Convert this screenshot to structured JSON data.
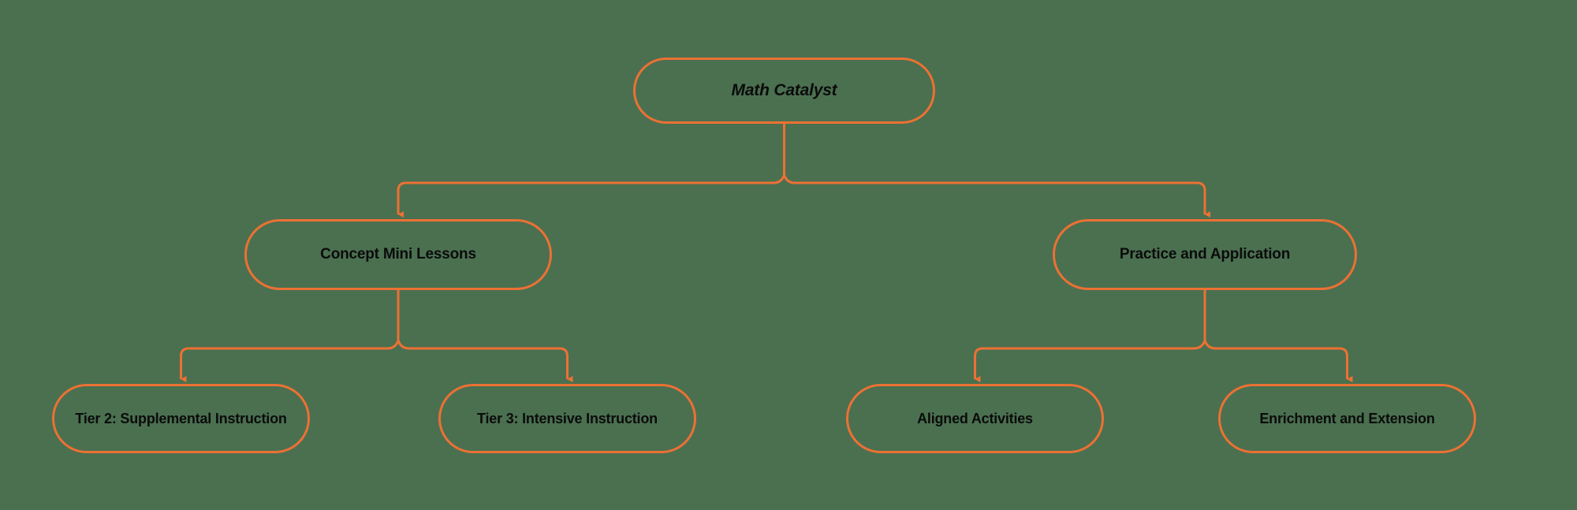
{
  "diagram": {
    "type": "flowchart-tree",
    "orientation": "top-down",
    "background_color": "#4a7050",
    "accent_color": "#ec7133",
    "text_color": "#0b0b0b",
    "root": {
      "id": "math-catalyst",
      "label": "Math Catalyst",
      "emphasis": "bold-italic"
    },
    "level2": [
      {
        "id": "concept-mini-lessons",
        "label": "Concept Mini Lessons"
      },
      {
        "id": "practice-and-application",
        "label": "Practice and Application"
      }
    ],
    "level3": [
      {
        "id": "tier-2-supplemental-instruction",
        "label": "Tier 2: Supplemental Instruction",
        "parent": "concept-mini-lessons"
      },
      {
        "id": "tier-3-intensive-instruction",
        "label": "Tier 3: Intensive Instruction",
        "parent": "concept-mini-lessons"
      },
      {
        "id": "aligned-activities",
        "label": "Aligned Activities",
        "parent": "practice-and-application"
      },
      {
        "id": "enrichment-and-extension",
        "label": "Enrichment and Extension",
        "parent": "practice-and-application"
      }
    ],
    "edges": [
      {
        "from": "math-catalyst",
        "to": "concept-mini-lessons"
      },
      {
        "from": "math-catalyst",
        "to": "practice-and-application"
      },
      {
        "from": "concept-mini-lessons",
        "to": "tier-2-supplemental-instruction"
      },
      {
        "from": "concept-mini-lessons",
        "to": "tier-3-intensive-instruction"
      },
      {
        "from": "practice-and-application",
        "to": "aligned-activities"
      },
      {
        "from": "practice-and-application",
        "to": "enrichment-and-extension"
      }
    ]
  }
}
